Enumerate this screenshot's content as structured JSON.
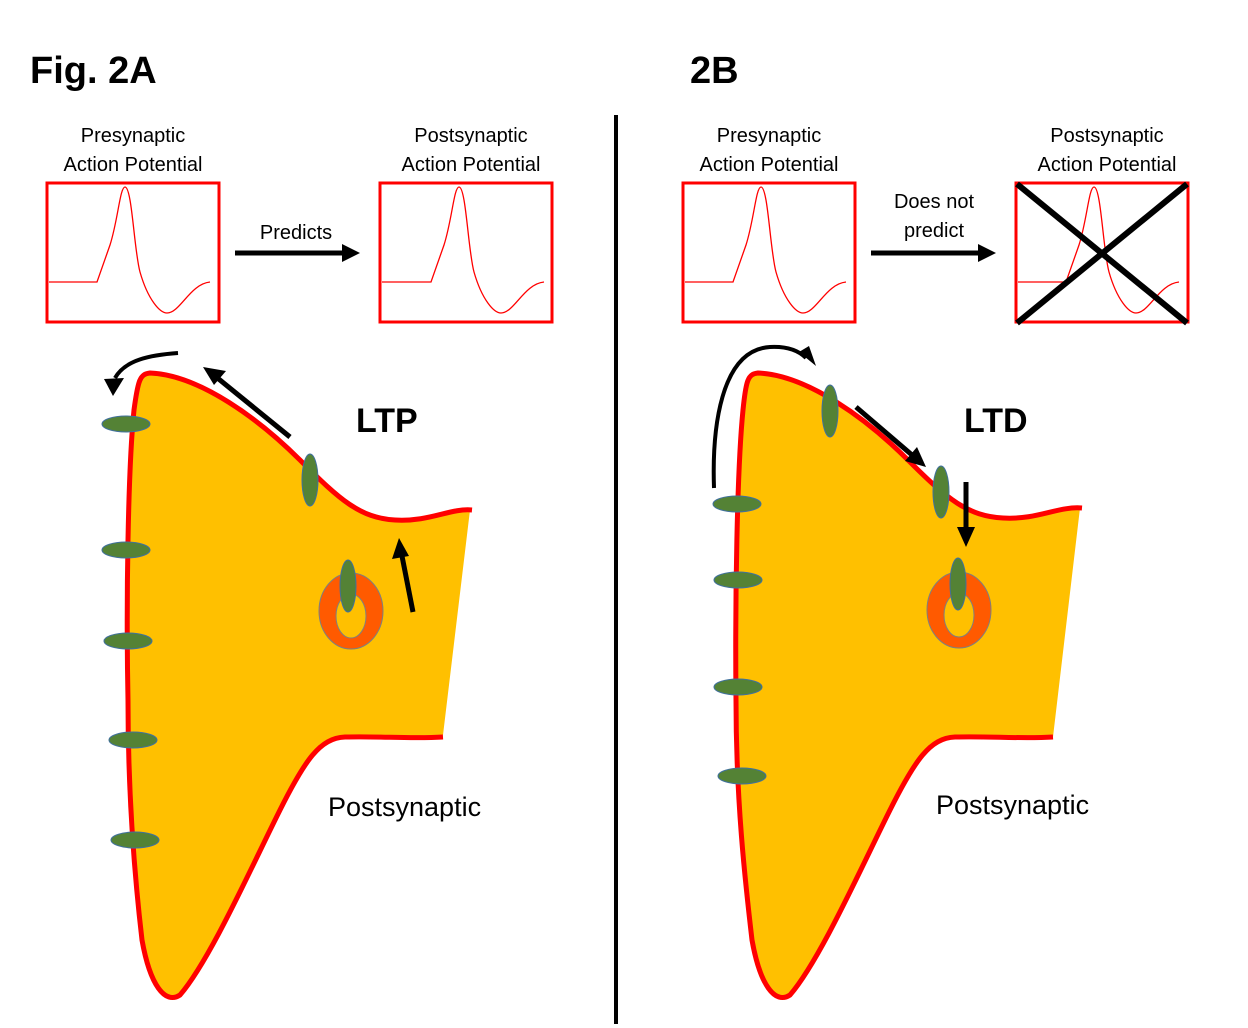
{
  "panel_a": {
    "title": "Fig. 2A",
    "pre_label_line1": "Presynaptic",
    "pre_label_line2": "Action Potential",
    "post_label_line1": "Postsynaptic",
    "post_label_line2": "Action Potential",
    "relation": "Predicts",
    "plasticity": "LTP",
    "cell_label": "Postsynaptic"
  },
  "panel_b": {
    "title": "2B",
    "pre_label_line1": "Presynaptic",
    "pre_label_line2": "Action Potential",
    "post_label_line1": "Postsynaptic",
    "post_label_line2": "Action Potential",
    "relation_line1": "Does not",
    "relation_line2": "predict",
    "plasticity": "LTD",
    "cell_label": "Postsynaptic"
  },
  "colors": {
    "membrane": "#ff0000",
    "cytoplasm": "#ffc000",
    "receptor": "#548235",
    "vesicle": "#ff5a00",
    "trace": "#ff0000",
    "arrow": "#000000"
  }
}
